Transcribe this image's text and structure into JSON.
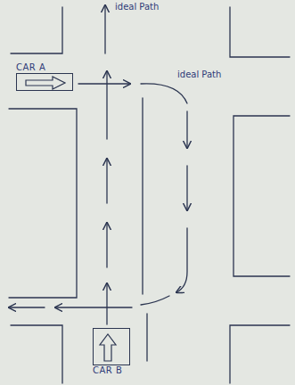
{
  "diagram": {
    "nodes": [
      {
        "text": [
          "CAR A"
        ]
      },
      {
        "text": [
          "CAR B"
        ]
      }
    ],
    "labels": [
      "ideal Path",
      "ideal Path"
    ]
  }
}
